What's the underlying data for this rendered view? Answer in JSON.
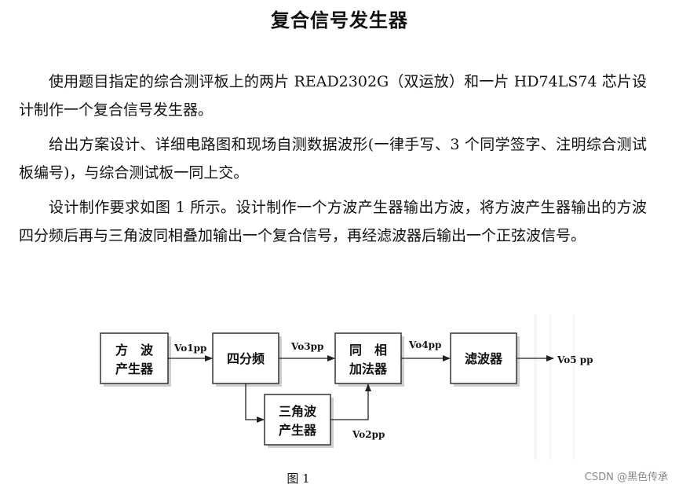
{
  "document": {
    "title": "复合信号发生器",
    "paragraphs": [
      "使用题目指定的综合测评板上的两片 READ2302G（双运放）和一片 HD74LS74 芯片设计制作一个复合信号发生器。",
      "给出方案设计、详细电路图和现场自测数据波形(一律手写、3 个同学签字、注明综合测试板编号)，与综合测试板一同上交。",
      "设计制作要求如图 1 所示。设计制作一个方波产生器输出方波，将方波产生器输出的方波四分频后再与三角波同相叠加输出一个复合信号，再经滤波器后输出一个正弦波信号。"
    ]
  },
  "diagram": {
    "blocks": {
      "square_wave": [
        "方　波",
        "产生器"
      ],
      "divider": [
        "四分频"
      ],
      "adder": [
        "同　相",
        "加法器"
      ],
      "filter": [
        "滤波器"
      ],
      "triangle_wave": [
        "三角波",
        "产生器"
      ]
    },
    "signals": {
      "v01": "Vo1pp",
      "v02": "Vo2pp",
      "v03": "Vo3pp",
      "v04": "Vo4pp",
      "v05": "Vo5 pp"
    },
    "caption": "图 1"
  },
  "watermark": "CSDN @黑色传承"
}
